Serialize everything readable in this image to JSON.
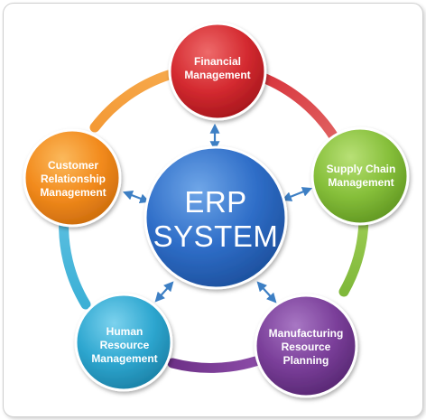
{
  "diagram": {
    "center": {
      "lines": [
        "ERP",
        "SYSTEM"
      ]
    },
    "nodes": [
      {
        "id": "financial",
        "lines": [
          "Financial",
          "Management"
        ]
      },
      {
        "id": "supply-chain",
        "lines": [
          "Supply Chain",
          "Management"
        ]
      },
      {
        "id": "manufacturing",
        "lines": [
          "Manufacturing",
          "Resource",
          "Planning"
        ]
      },
      {
        "id": "human-resource",
        "lines": [
          "Human",
          "Resource",
          "Management"
        ]
      },
      {
        "id": "crm",
        "lines": [
          "Customer",
          "Relationship",
          "Management"
        ]
      }
    ],
    "ring_colors": [
      "#d8343c",
      "#8bc43f",
      "#7b3d96",
      "#2fa3c8",
      "#f28a1c"
    ]
  }
}
